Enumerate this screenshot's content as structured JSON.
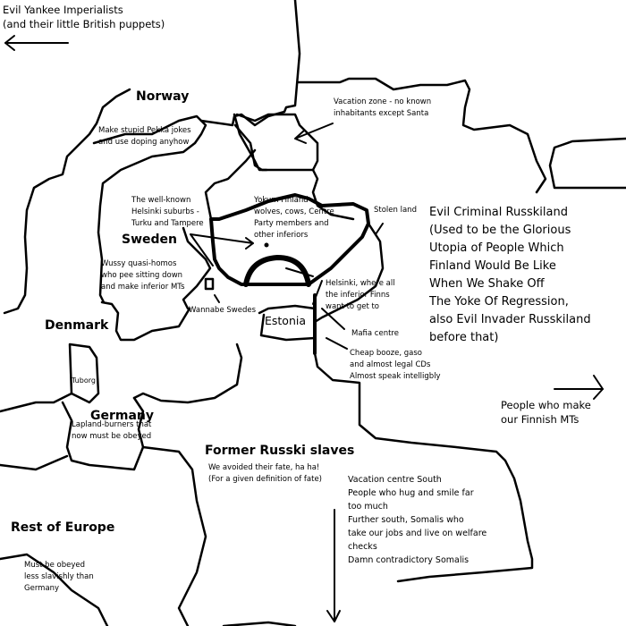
{
  "header_note": {
    "lines": [
      "Evil Yankee Imperialists",
      "(and their little British puppets)"
    ]
  },
  "countries": {
    "norway": "Norway",
    "sweden": "Sweden",
    "denmark": "Denmark",
    "germany": "Germany",
    "estonia": "Estonia",
    "former_russki": "Former Russki slaves",
    "rest_of_europe": "Rest of Europe",
    "tuborg": "Tuborg"
  },
  "notes": {
    "norway": [
      "Make stupid Pekka jokes",
      "and use doping anyhow"
    ],
    "lapland": [
      "Vacation zone - no known",
      "inhabitants except Santa"
    ],
    "suburbs": [
      "The well-known",
      "Helsinki suburbs -",
      "Turku and Tampere"
    ],
    "yokum": [
      "Yokum Finland -",
      "wolves, cows, Centre",
      "Party members and",
      "other inferiors"
    ],
    "stolen": [
      "Stolen land"
    ],
    "russia": [
      "Evil Criminal Russkiland",
      "(Used to be the Glorious",
      "Utopia of People Which",
      "Finland Would Be Like",
      "When We Shake Off",
      "The Yoke Of Regression,",
      "also Evil Invader Russkiland",
      "before that)"
    ],
    "sweden": [
      "Wussy quasi-homos",
      "who pee sitting down",
      "and make inferior MTs"
    ],
    "aland": [
      "Wannabe Swedes"
    ],
    "helsinki": [
      "Helsinki, where all",
      "the inferior Finns",
      "want to get to"
    ],
    "mafia": [
      "Mafia centre"
    ],
    "estonia": [
      "Cheap booze, gaso",
      "and almost legal CDs",
      "Almost speak intelligbly"
    ],
    "mt_makers": [
      "People who make",
      "our Finnish MTs"
    ],
    "germany": [
      "Lapland-burners that",
      "now must be obeyed"
    ],
    "former_russki": [
      "We avoided their fate, ha ha!",
      "(For a given definition of fate)"
    ],
    "south": [
      "Vacation centre South",
      "People who hug and smile far",
      "too much",
      "Further south, Somalis who",
      "take our jobs and live on welfare",
      "checks",
      "Damn contradictory Somalis"
    ],
    "europe": [
      "Must be obeyed",
      "less slavishly than",
      "Germany"
    ]
  }
}
